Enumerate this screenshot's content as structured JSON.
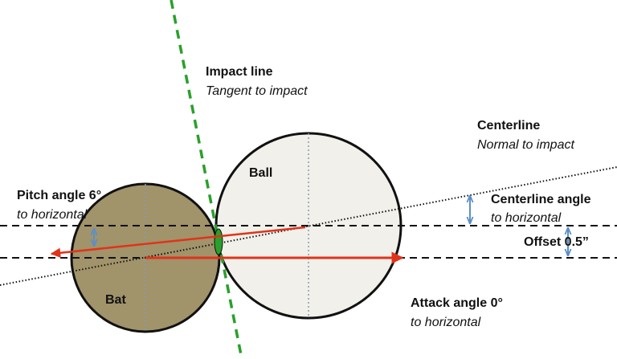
{
  "labels": {
    "impact_line": "Impact line",
    "impact_line_sub": "Tangent to impact",
    "centerline": "Centerline",
    "centerline_sub": "Normal to impact",
    "ball": "Ball",
    "bat": "Bat",
    "pitch_angle": "Pitch angle 6°",
    "pitch_angle_sub": "to horizontal",
    "centerline_angle": "Centerline angle",
    "centerline_angle_sub": "to horizontal",
    "offset": "Offset 0.5”",
    "attack_angle": "Attack angle 0°",
    "attack_angle_sub": "to horizontal"
  },
  "values": {
    "pitch_angle_deg": 6,
    "attack_angle_deg": 0,
    "offset_in": 0.5
  },
  "colors": {
    "bat_fill": "#a1936a",
    "ball_fill": "#f1f0ea",
    "impact_line": "#2aa02a",
    "velocity_arrows": "#e0331a",
    "dimension_arrows": "#5b8fc9",
    "dashed_lines": "#111111"
  }
}
